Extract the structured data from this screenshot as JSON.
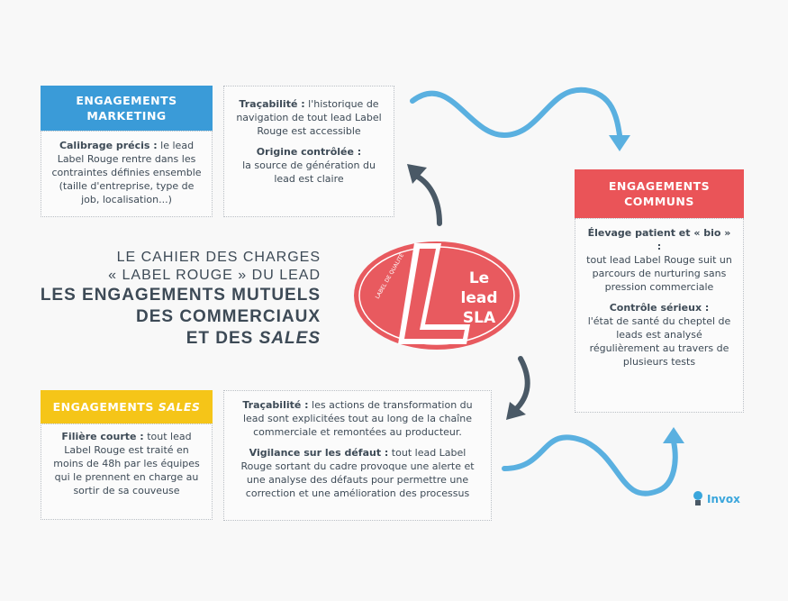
{
  "marketing": {
    "header": "ENGAGEMENTS MARKETING",
    "header_color": "#3a9bd8",
    "lead_bold": "Calibrage précis :",
    "lead_text": " le lead Label Rouge rentre dans les contraintes définies ensemble (taille d'entreprise, type de job, localisation...)",
    "trace_bold": "Traçabilité :",
    "trace_text": " l'historique de navigation de tout lead Label Rouge est accessible",
    "origin_bold": "Origine contrôlée :",
    "origin_text": "la source de génération du lead est claire"
  },
  "commun": {
    "header": "ENGAGEMENTS COMMUNS",
    "header_color": "#ea5458",
    "elev_bold": "Élevage patient et « bio » :",
    "elev_text": "tout lead Label Rouge suit un parcours de nurturing sans pression commerciale",
    "ctrl_bold": "Contrôle sérieux :",
    "ctrl_text": "l'état de santé du cheptel de leads est analysé régulièrement au travers de plusieurs tests"
  },
  "sales": {
    "header_prefix": "ENGAGEMENTS ",
    "header_italic": "SALES",
    "header_color": "#f5c518",
    "filiere_bold": "Filière courte :",
    "filiere_text": " tout lead Label Rouge est traité en moins de 48h par les équipes qui le prennent en charge au sortir de sa couveuse",
    "trace_bold": "Traçabilité :",
    "trace_text": " les actions de transformation du lead sont explicitées tout au long de la chaîne commerciale et remontées au producteur.",
    "vig_bold": "Vigilance sur les défaut :",
    "vig_text": " tout lead Label Rouge sortant du cadre provoque une alerte et une analyse des défauts pour permettre une correction et une amélioration des processus"
  },
  "center": {
    "line1": "LE CAHIER DES CHARGES",
    "line2": "« LABEL ROUGE » DU LEAD",
    "line3": "LES ENGAGEMENTS MUTUELS",
    "line4": "DES COMMERCIAUX",
    "line5_prefix": "ET DES ",
    "line5_italic": "SALES"
  },
  "logo": {
    "line1": "Le",
    "line2": "lead",
    "line3": "SLA",
    "arc_text": "LABEL DE QUALITÉ",
    "color": "#e85a5f"
  },
  "brand": {
    "name": "Invox",
    "color": "#3aa6dc"
  },
  "arrow_color": "#5ab0e0"
}
